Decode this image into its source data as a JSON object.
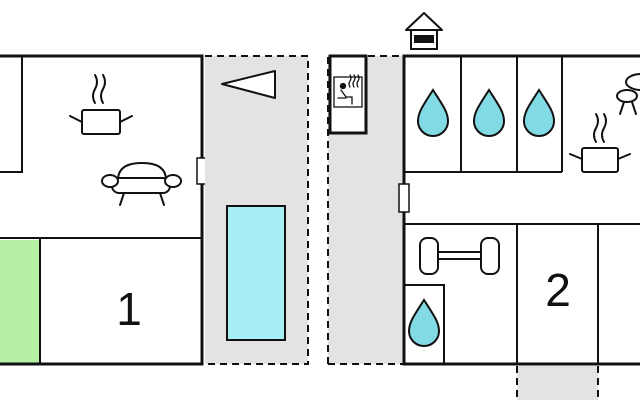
{
  "floorplan": {
    "rooms": [
      {
        "id": "bedroom-1",
        "label": "1"
      },
      {
        "id": "bedroom-2",
        "label": "2"
      }
    ],
    "icons": [
      "kitchen-pot-icon",
      "sofa-icon",
      "pool-icon",
      "direction-arrow-icon",
      "sauna-icon",
      "house-entrance-icon",
      "water-drop-icon",
      "dumbbell-icon",
      "garden-table-icon"
    ],
    "colors": {
      "wall": "#111111",
      "terrace": "#e3e3e3",
      "pool": "#a6f0f5",
      "water": "#82dae4",
      "lawn": "#b5f0a4",
      "floor": "#ffffff"
    }
  }
}
